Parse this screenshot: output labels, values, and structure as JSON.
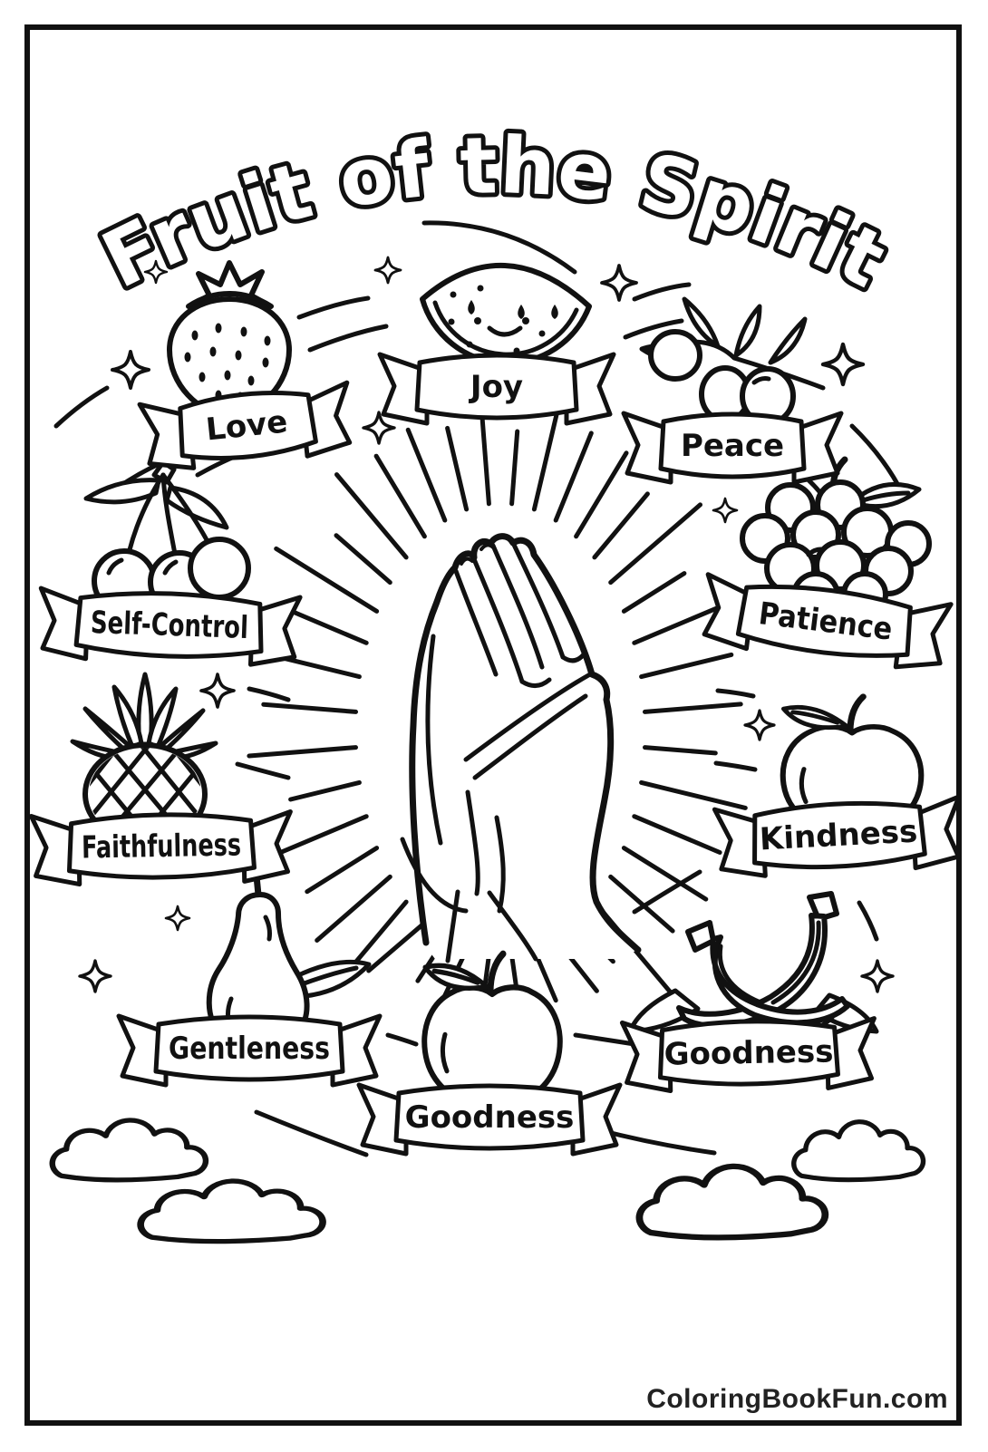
{
  "page": {
    "title": "Fruit of the Spirit",
    "footer": "ColoringBookFun.com"
  },
  "colors": {
    "ink": "#111111",
    "paper": "#ffffff",
    "footer_ink": "#222222"
  },
  "center": {
    "illustration": "praying-hands-with-sunburst"
  },
  "stations": [
    {
      "fruit": "strawberry",
      "label": "Love"
    },
    {
      "fruit": "watermelon",
      "label": "Joy"
    },
    {
      "fruit": "olive-branch",
      "label": "Peace"
    },
    {
      "fruit": "cherries",
      "label": "Self-Control"
    },
    {
      "fruit": "grapes",
      "label": "Patience"
    },
    {
      "fruit": "pineapple",
      "label": "Faithfulness"
    },
    {
      "fruit": "apple",
      "label": "Kindness"
    },
    {
      "fruit": "pear",
      "label": "Gentleness"
    },
    {
      "fruit": "apple",
      "label": "Goodness"
    },
    {
      "fruit": "bananas",
      "label": "Goodness"
    }
  ]
}
